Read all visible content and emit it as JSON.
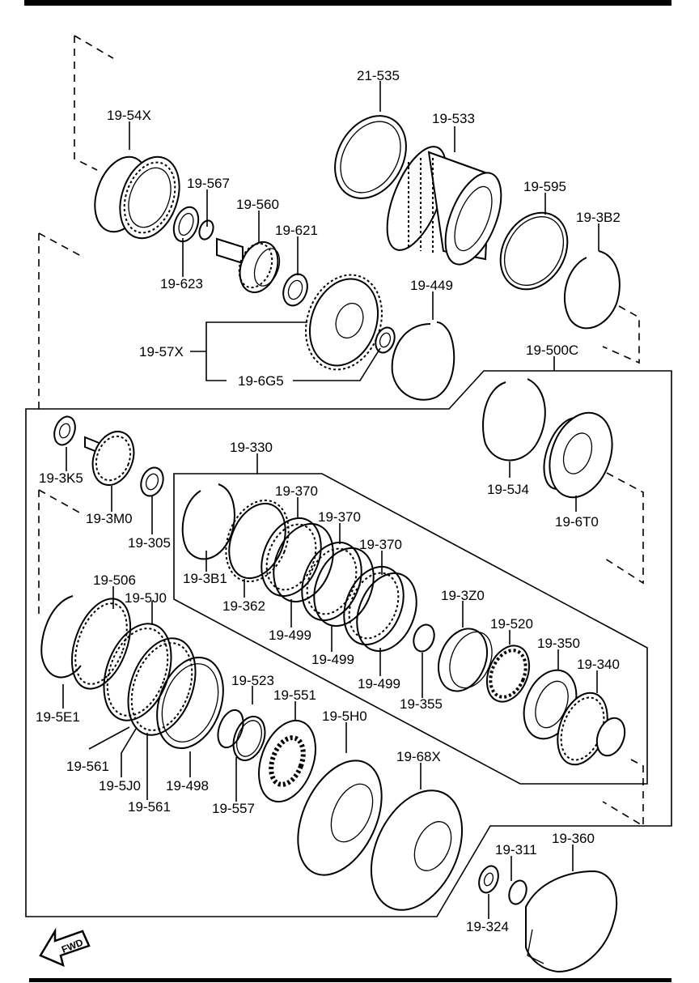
{
  "labels": {
    "p21_535": "21-535",
    "p19_533": "19-533",
    "p19_54X": "19-54X",
    "p19_567": "19-567",
    "p19_560": "19-560",
    "p19_621": "19-621",
    "p19_595": "19-595",
    "p19_3B2": "19-3B2",
    "p19_623": "19-623",
    "p19_449": "19-449",
    "p19_57X": "19-57X",
    "p19_6G5": "19-6G5",
    "p19_500C": "19-500C",
    "p19_3K5": "19-3K5",
    "p19_330": "19-330",
    "p19_3M0": "19-3M0",
    "p19_5J4": "19-5J4",
    "p19_6T0": "19-6T0",
    "p19_305": "19-305",
    "p19_370a": "19-370",
    "p19_370b": "19-370",
    "p19_370c": "19-370",
    "p19_3B1": "19-3B1",
    "p19_362": "19-362",
    "p19_506": "19-506",
    "p19_5J0a": "19-5J0",
    "p19_499a": "19-499",
    "p19_499b": "19-499",
    "p19_499c": "19-499",
    "p19_3Z0": "19-3Z0",
    "p19_520": "19-520",
    "p19_350": "19-350",
    "p19_340": "19-340",
    "p19_355": "19-355",
    "p19_523": "19-523",
    "p19_551": "19-551",
    "p19_5E1": "19-5E1",
    "p19_5H0": "19-5H0",
    "p19_561a": "19-561",
    "p19_68X": "19-68X",
    "p19_5J0b": "19-5J0",
    "p19_498": "19-498",
    "p19_561b": "19-561",
    "p19_557": "19-557",
    "p19_311": "19-311",
    "p19_360": "19-360",
    "p19_324": "19-324"
  },
  "fwd_label": "FWD"
}
